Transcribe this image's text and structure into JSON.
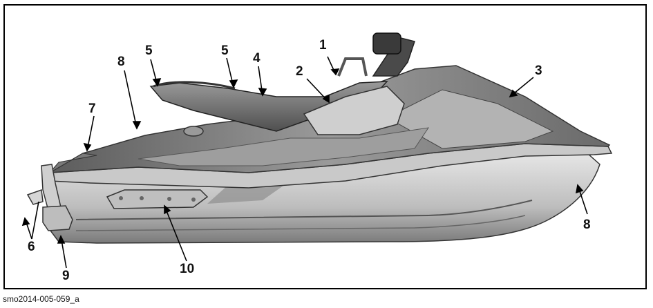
{
  "figure": {
    "caption": "smo2014-005-059_a",
    "callouts": [
      {
        "id": "c1",
        "label": "1"
      },
      {
        "id": "c2",
        "label": "2"
      },
      {
        "id": "c3",
        "label": "3"
      },
      {
        "id": "c4",
        "label": "4"
      },
      {
        "id": "c5a",
        "label": "5"
      },
      {
        "id": "c5b",
        "label": "5"
      },
      {
        "id": "c6",
        "label": "6"
      },
      {
        "id": "c7",
        "label": "7"
      },
      {
        "id": "c8a",
        "label": "8"
      },
      {
        "id": "c8b",
        "label": "8"
      },
      {
        "id": "c9",
        "label": "9"
      },
      {
        "id": "c10",
        "label": "10"
      }
    ]
  },
  "colors": {
    "frame": "#000000",
    "hull_light": "#d9d9d9",
    "hull_dark": "#8a8a8a",
    "deck": "#a6a6a6",
    "seat": "#6e6e6e",
    "ink": "#111111"
  }
}
